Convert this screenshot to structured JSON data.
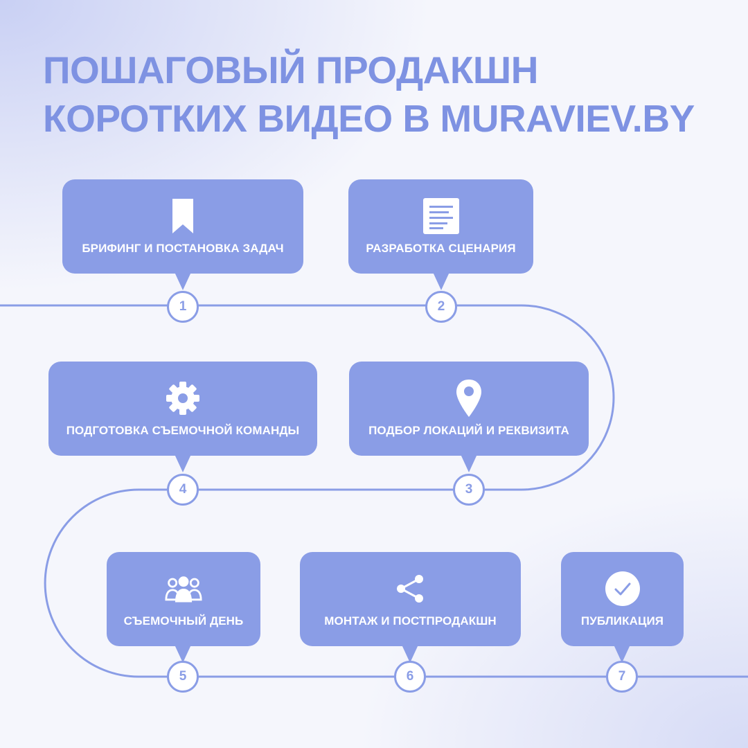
{
  "title": {
    "line1": "Пошаговый продакшн",
    "line2": "коротких видео в muraviev.by"
  },
  "colors": {
    "accent": "#8a9de6",
    "title": "#7e92e2",
    "card_text": "#ffffff",
    "node_fill": "#ffffff"
  },
  "steps": [
    {
      "number": "1",
      "label": "Брифинг и постановка задач",
      "icon": "bookmark-icon"
    },
    {
      "number": "2",
      "label": "Разработка сценария",
      "icon": "document-icon"
    },
    {
      "number": "3",
      "label": "Подбор локаций и реквизита",
      "icon": "location-pin-icon"
    },
    {
      "number": "4",
      "label": "Подготовка съемочной команды",
      "icon": "gear-icon"
    },
    {
      "number": "5",
      "label": "Съемочный день",
      "icon": "people-icon"
    },
    {
      "number": "6",
      "label": "Монтаж и постпродакшн",
      "icon": "share-icon"
    },
    {
      "number": "7",
      "label": "Публикация",
      "icon": "check-circle-icon"
    }
  ]
}
